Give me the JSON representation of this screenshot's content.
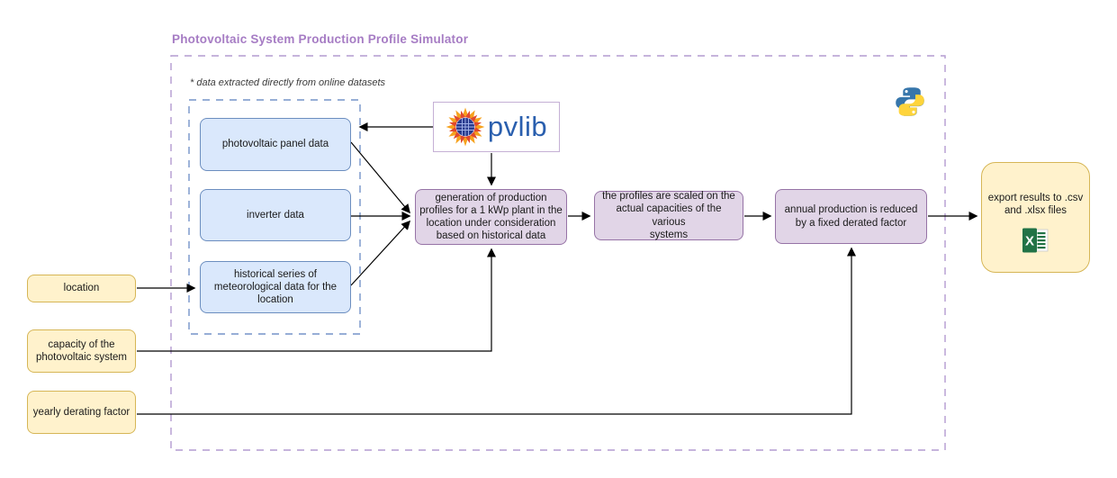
{
  "title": "Photovoltaic System Production Profile Simulator",
  "note": "* data extracted directly from online datasets",
  "logos": {
    "pvlib_text": "pvlib",
    "python_icon": "python-logo",
    "excel_icon": "excel-logo",
    "pvlib_sun_icon": "sun-solar-panel-logo"
  },
  "inputs": {
    "location": {
      "label": "location"
    },
    "capacity": {
      "label": "capacity of the\nphotovoltaic system"
    },
    "derating": {
      "label": "yearly derating factor"
    }
  },
  "datasets": {
    "panel": {
      "label": "photovoltaic panel data"
    },
    "inverter": {
      "label": "inverter data"
    },
    "meteo": {
      "label": "historical series of\nmeteorological data for the\nlocation"
    }
  },
  "processes": {
    "generation": {
      "label": "generation of production\nprofiles for a 1 kWp plant in the\nlocation under consideration\nbased on historical data"
    },
    "scaling": {
      "label": "the profiles are scaled on the\nactual capacities of the various\nsystems"
    },
    "derating": {
      "label": "annual production is reduced\nby a fixed derated factor"
    }
  },
  "output": {
    "export": {
      "label": "export results to .csv\nand .xlsx files"
    }
  },
  "colors": {
    "title_text": "#a67cc4",
    "outer_dashed_border": "#b49bd1",
    "inner_dashed_border": "#7593c9",
    "dataset_fill": "#dae8fc",
    "dataset_border": "#6c8ebf",
    "process_fill": "#e1d5e7",
    "process_border": "#9673a6",
    "io_fill": "#fff2cc",
    "io_border": "#d6b656",
    "arrow": "#000000",
    "pvlib_text_blue": "#2a5fae",
    "pvlib_sun_orange": "#f6a21d",
    "pvlib_sun_red": "#e0492f",
    "pvlib_panel_blue": "#283a8e",
    "python_blue": "#3776ab",
    "python_yellow": "#ffd43b",
    "excel_green": "#217346"
  }
}
